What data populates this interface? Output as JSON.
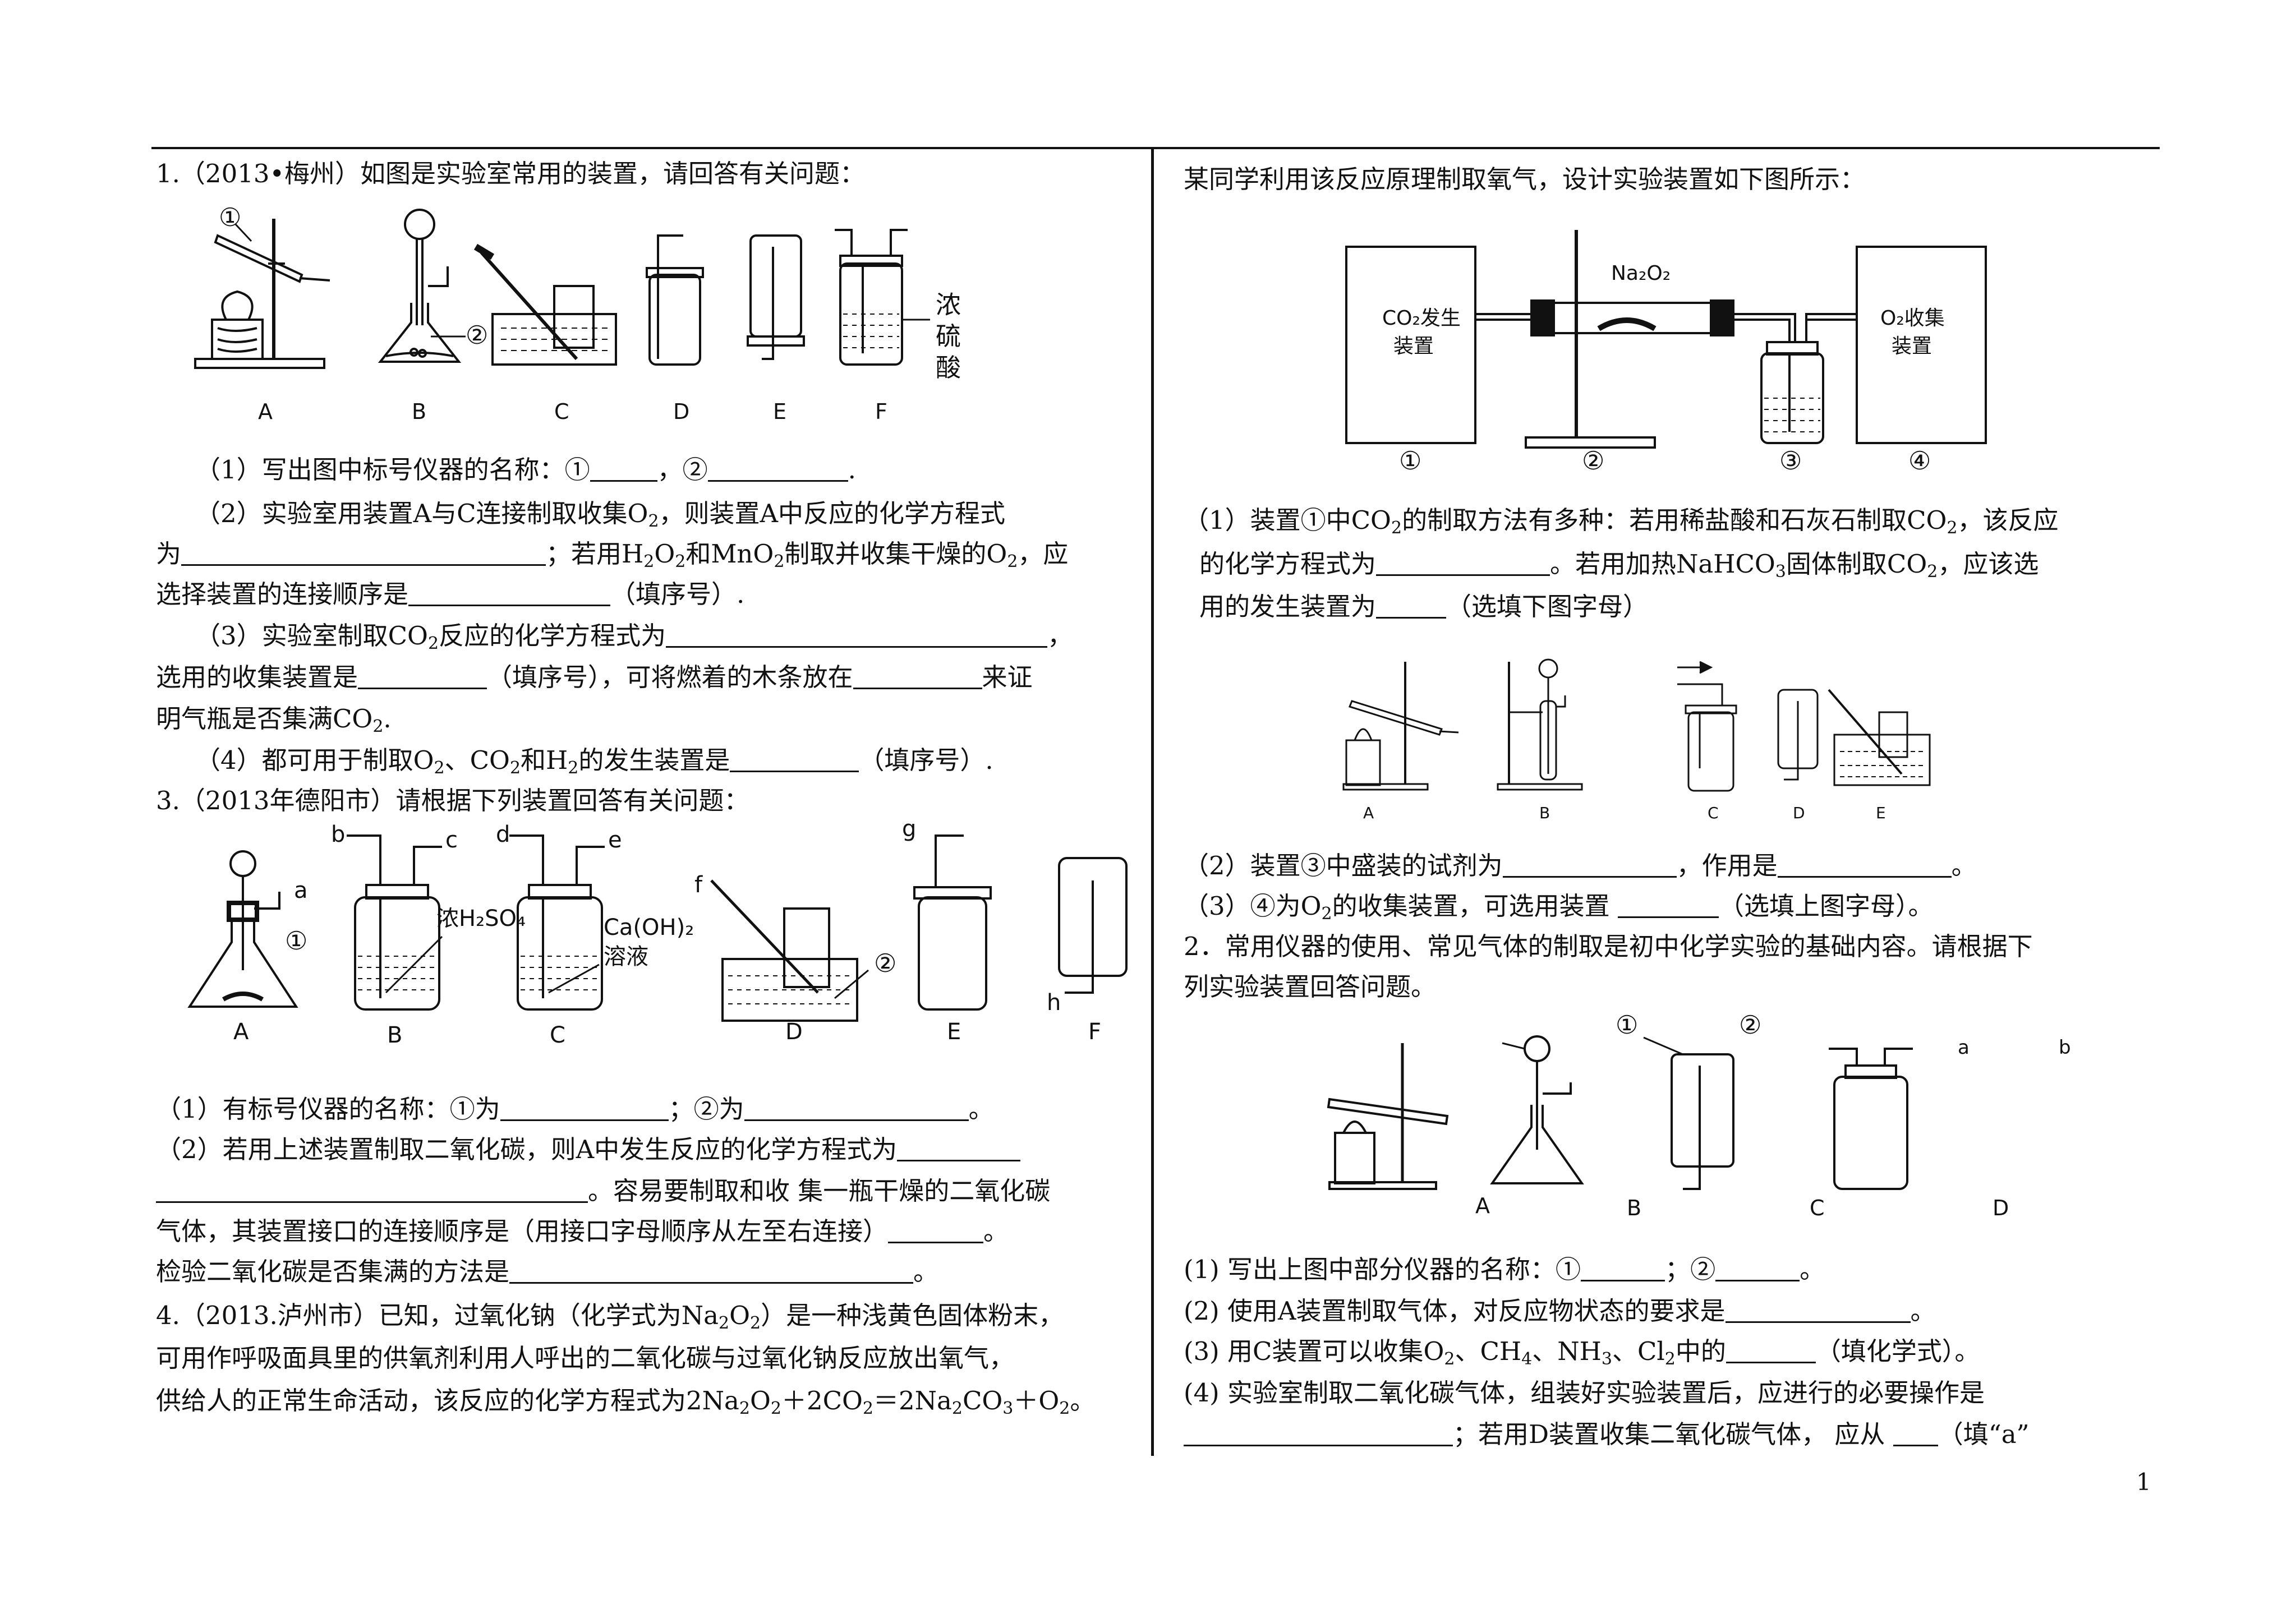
{
  "page_number": "1",
  "q1": {
    "title": "1.（2013•梅州）如图是实验室常用的装置，请回答有关问题：",
    "fig_marks": {
      "m1": "①",
      "m2": "②",
      "acid1": "浓",
      "acid2": "硫",
      "acid3": "酸"
    },
    "fig_labels": [
      "A",
      "B",
      "C",
      "D",
      "E",
      "F"
    ],
    "p1": {
      "a": "（1）写出图中标号仪器的名称：①",
      "b": "，②",
      "c": "."
    },
    "p2": {
      "a": "（2）实验室用装置A与C连接制取收集O",
      "b": "，则装置A中反应的化学方程式"
    },
    "p2b": {
      "a": "为",
      "b": "；若用H",
      "c": "O",
      "d": "和MnO",
      "e": "制取并收集干燥的O",
      "f": "，应"
    },
    "p2c": {
      "a": "选择装置的连接顺序是",
      "b": "（填序号）."
    },
    "p3": {
      "a": "（3）实验室制取CO",
      "b": "反应的化学方程式为",
      "c": "，"
    },
    "p3b": {
      "a": "选用的收集装置是",
      "b": "（填序号），可将燃着的木条放在",
      "c": "来证"
    },
    "p3c": {
      "a": "明气瓶是否集满CO",
      "b": "."
    },
    "p4": {
      "a": "（4）都可用于制取O",
      "b": "、CO",
      "c": "和H",
      "d": "的发生装置是",
      "e": "（填序号）."
    }
  },
  "q3": {
    "title": "3.（2013年德阳市）请根据下列装置回答有关问题：",
    "fig_marks": {
      "a": "a",
      "b": "b",
      "c": "c",
      "d": "d",
      "e": "e",
      "f": "f",
      "g": "g",
      "h": "h",
      "m1": "①",
      "m2": "②",
      "acid": "浓H₂SO₄",
      "lime1": "Ca(OH)₂",
      "lime2": "溶液"
    },
    "fig_labels": [
      "A",
      "B",
      "C",
      "D",
      "E",
      "F"
    ],
    "p1": {
      "a": "（1）有标号仪器的名称：①为",
      "b": "；②为",
      "c": "。"
    },
    "p2": {
      "a": "（2）若用上述装置制取二氧化碳，则A中发生反应的化学方程式为"
    },
    "p2b": {
      "a": "。容易要制取和收 集一瓶干燥的二氧化碳"
    },
    "p2c": {
      "a": "气体，其装置接口的连接顺序是（用接口字母顺序从左至右连接）",
      "b": "。"
    },
    "p2d": {
      "a": "检验二氧化碳是否集满的方法是",
      "b": "。"
    }
  },
  "q4": {
    "l1": {
      "a": "4.（2013.泸州市）已知，过氧化钠（化学式为Na",
      "b": "O",
      "c": "）是一种浅黄色固体粉末，"
    },
    "l2": "可用作呼吸面具里的供氧剂利用人呼出的二氧化碳与过氧化钠反应放出氧气，",
    "l3": {
      "a": "供给人的正常生命活动，该反应的化学方程式为2Na",
      "b": "O",
      "c": "＋2CO",
      "d": "＝2Na",
      "e": "CO",
      "f": "＋O",
      "g": "。"
    },
    "intro": "某同学利用该反应原理制取氧气，设计实验装置如下图所示：",
    "fig1": {
      "box1a": "CO₂发生",
      "box1b": "装置",
      "tube": "Na₂O₂",
      "box4a": "O₂收集",
      "box4b": "装置",
      "n1": "①",
      "n2": "②",
      "n3": "③",
      "n4": "④"
    },
    "p1": {
      "a": "（1）装置①中CO",
      "b": "的制取方法有多种：若用稀盐酸和石灰石制取CO",
      "c": "，该反应"
    },
    "p1b": {
      "a": "的化学方程式为",
      "b": "。若用加热NaHCO",
      "c": "固体制取CO",
      "d": "，应该选"
    },
    "p1c": {
      "a": "用的发生装置为",
      "b": "（选填下图字母）"
    },
    "fig2_labels": [
      "A",
      "B",
      "C",
      "D",
      "E"
    ],
    "p2": {
      "a": "（2）装置③中盛装的试剂为",
      "b": "，作用是",
      "c": "。"
    },
    "p3": {
      "a": "（3）④为O",
      "b": "的收集装置，可选用装置",
      "c": "（选填上图字母）。"
    }
  },
  "q2": {
    "l1": "2．常用仪器的使用、常见气体的制取是初中化学实验的基础内容。请根据下",
    "l2": "列实验装置回答问题。",
    "fig_marks": {
      "m1": "①",
      "m2": "②",
      "a": "a",
      "b": "b"
    },
    "fig_labels": [
      "A",
      "B",
      "C",
      "D"
    ],
    "p1": {
      "a": "(1) 写出上图中部分仪器的名称：①",
      "b": "；②",
      "c": "。"
    },
    "p2": {
      "a": "(2) 使用A装置制取气体，对反应物状态的要求是",
      "b": "。"
    },
    "p3": {
      "a": "(3) 用C装置可以收集O",
      "b": "、CH",
      "c": "、NH",
      "d": "、Cl",
      "e": "中的",
      "f": "（填化学式）。"
    },
    "p4": {
      "a": "(4) 实验室制取二氧化碳气体，组装好实验装置后，应进行的必要操作是"
    },
    "p4b": {
      "a": "；若用D装置收集二氧化碳气体， 应从",
      "b": "（填“a”"
    }
  }
}
